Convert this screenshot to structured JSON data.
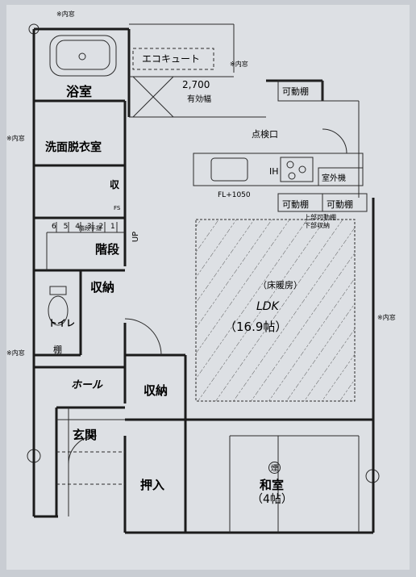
{
  "rooms": {
    "bath": "浴室",
    "washroom": "洗面脱衣室",
    "stairs": "階段",
    "storage1": "収納",
    "toilet": "トイレ",
    "hall": "ホール",
    "storage2": "収納",
    "entrance": "玄関",
    "closet": "押入",
    "ldk": "LDK",
    "ldk_size": "（16.9帖）",
    "washitsu": "和室",
    "washitsu_size": "（4帖）"
  },
  "labels": {
    "ecocute": "エコキュート",
    "dim_value": "2,700",
    "dim_note": "有効幅",
    "movable_shelf": "可動棚",
    "inspection": "点検口",
    "ih": "IH",
    "outdoor_unit": "室外機",
    "fl": "FL+1050",
    "upper_cabinet": "上部可動棚",
    "lower_cabinet": "下部収納",
    "floor_heating": "（床暖房）",
    "kitchen_storage": "収",
    "fs": "FS",
    "tana": "棚",
    "up": "UP",
    "stair_numbers": [
      "6",
      "5",
      "4",
      "3",
      "2",
      "1"
    ],
    "stair_handrail": "階段手摺",
    "interior": "※内窓",
    "smoke": "煙"
  }
}
